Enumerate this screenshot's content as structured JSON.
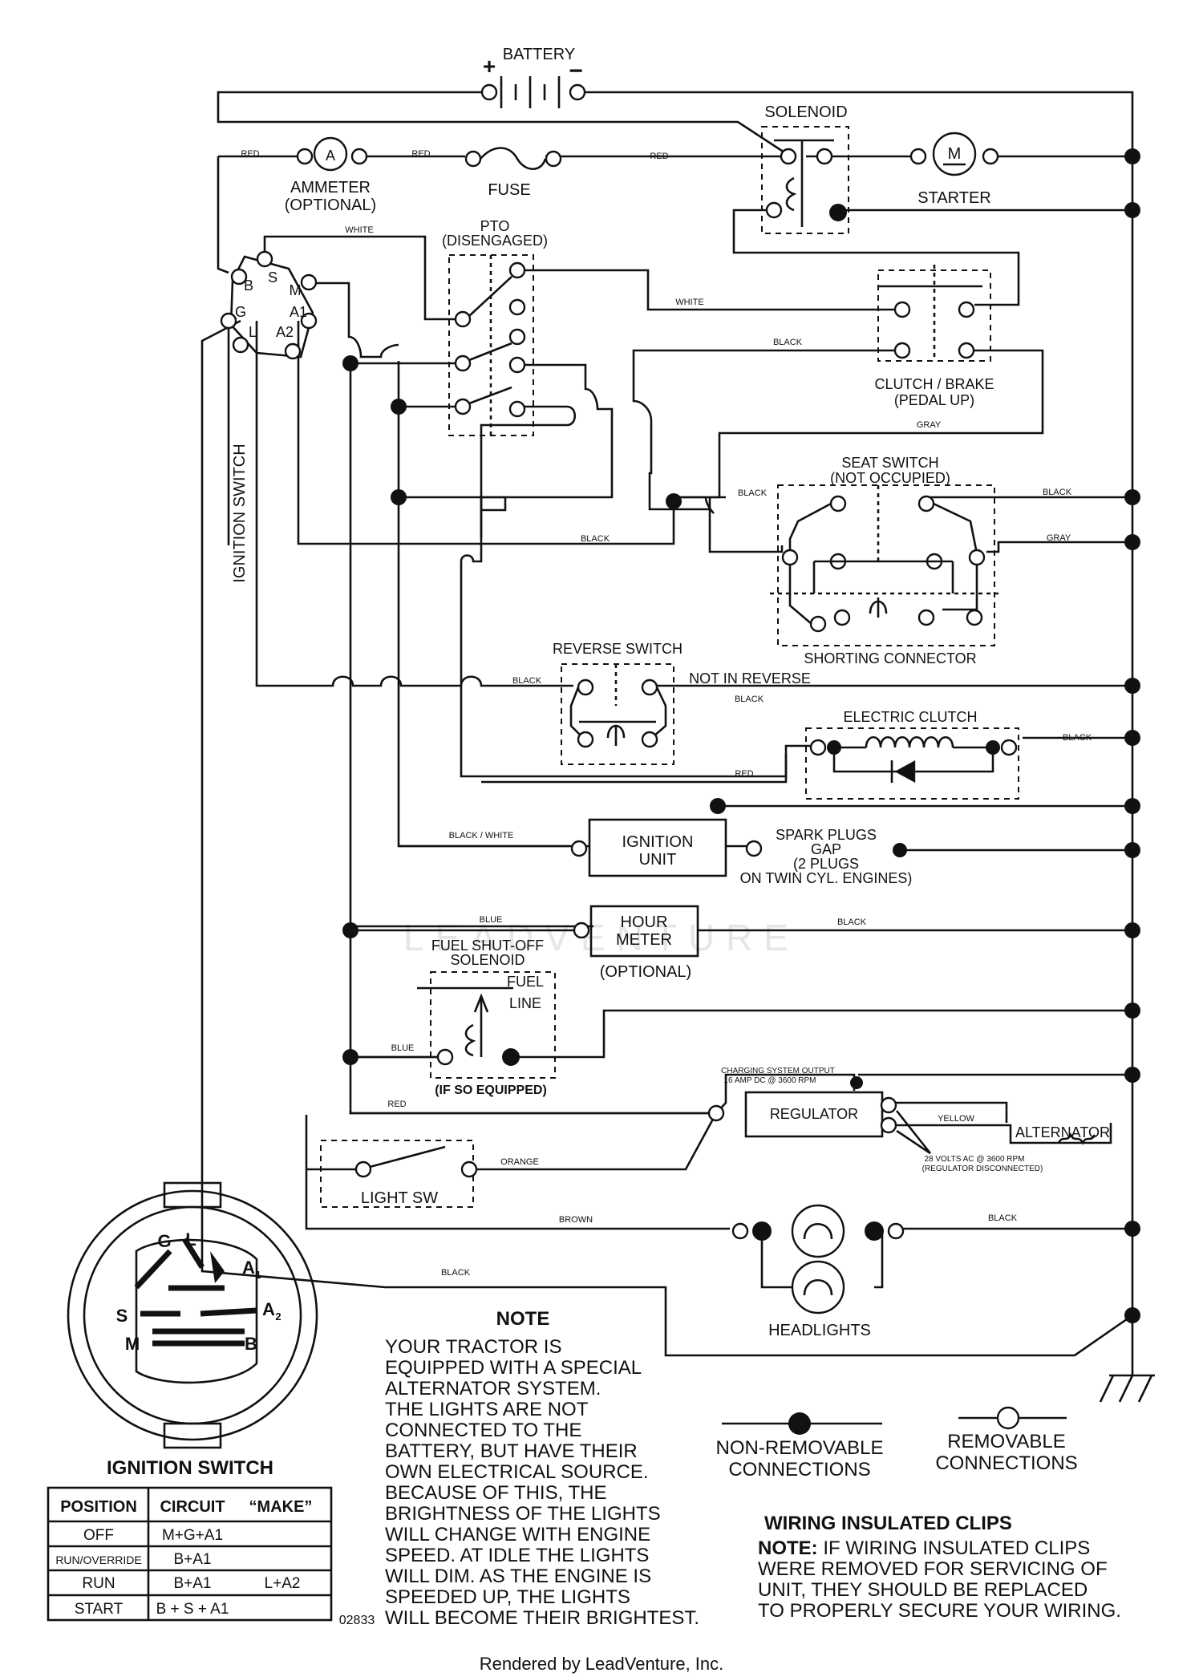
{
  "components": {
    "battery": "BATTERY",
    "battery_plus": "+",
    "battery_minus": "−",
    "solenoid": "SOLENOID",
    "ammeter_symbol": "A",
    "ammeter": "AMMETER",
    "ammeter_optional": "(OPTIONAL)",
    "fuse": "FUSE",
    "motor_symbol": "M",
    "starter": "STARTER",
    "pto": "PTO",
    "pto_state": "(DISENGAGED)",
    "clutch_brake": "CLUTCH / BRAKE",
    "clutch_brake_state": "(PEDAL UP)",
    "seat_switch": "SEAT SWITCH",
    "seat_switch_state": "(NOT OCCUPIED)",
    "shorting_connector": "SHORTING CONNECTOR",
    "reverse_switch": "REVERSE SWITCH",
    "not_in_reverse": "NOT IN REVERSE",
    "electric_clutch": "ELECTRIC CLUTCH",
    "ignition_unit_1": "IGNITION",
    "ignition_unit_2": "UNIT",
    "spark_plugs_1": "SPARK PLUGS",
    "spark_plugs_2": "GAP",
    "spark_plugs_3": "(2 PLUGS",
    "spark_plugs_4": "ON TWIN CYL. ENGINES)",
    "hour_meter_1": "HOUR",
    "hour_meter_2": "METER",
    "hour_meter_optional": "(OPTIONAL)",
    "fuel_solenoid_1": "FUEL SHUT-OFF",
    "fuel_solenoid_2": "SOLENOID",
    "fuel_line_1": "FUEL",
    "fuel_line_2": "LINE",
    "if_so_equipped": "(IF SO EQUIPPED)",
    "charging_output_1": "CHARGING SYSTEM OUTPUT",
    "charging_output_2": "16 AMP DC @ 3600 RPM",
    "regulator": "REGULATOR",
    "alternator": "ALTERNATOR",
    "alt_output_1": "28 VOLTS AC @ 3600 RPM",
    "alt_output_2": "(REGULATOR DISCONNECTED)",
    "light_switch": "LIGHT SW",
    "headlights": "HEADLIGHTS",
    "ignition_switch_vertical": "IGNITION SWITCH"
  },
  "terminals": {
    "B": "B",
    "S": "S",
    "M": "M",
    "G": "G",
    "L": "L",
    "A1": "A1",
    "A2": "A2"
  },
  "wires": {
    "red": "RED",
    "white": "WHITE",
    "black": "BLACK",
    "gray": "GRAY",
    "black_white": "BLACK / WHITE",
    "blue": "BLUE",
    "orange": "ORANGE",
    "brown": "BROWN",
    "yellow": "YELLOW"
  },
  "ignition_switch_face": {
    "G": "G",
    "L": "L",
    "A": "A",
    "sub1": "1",
    "sub2": "2",
    "S": "S",
    "M": "M",
    "B": "B"
  },
  "ignition_table": {
    "title": "IGNITION SWITCH",
    "headers": [
      "POSITION",
      "CIRCUIT",
      "“MAKE”"
    ],
    "rows": [
      {
        "position": "OFF",
        "circuit": "M+G+A1",
        "make": ""
      },
      {
        "position": "RUN/OVERRIDE",
        "circuit": "B+A1",
        "make": ""
      },
      {
        "position": "RUN",
        "circuit": "B+A1",
        "make": "L+A2"
      },
      {
        "position": "START",
        "circuit": "B + S + A1",
        "make": ""
      }
    ]
  },
  "drawing_number": "02833",
  "note": {
    "title": "NOTE",
    "lines": [
      "YOUR TRACTOR IS",
      "EQUIPPED WITH A SPECIAL",
      "ALTERNATOR SYSTEM.",
      "THE LIGHTS ARE NOT",
      "CONNECTED TO THE",
      "BATTERY, BUT HAVE THEIR",
      "OWN ELECTRICAL SOURCE.",
      "BECAUSE OF THIS, THE",
      "BRIGHTNESS OF THE LIGHTS",
      "WILL CHANGE WITH ENGINE",
      "SPEED.  AT IDLE THE LIGHTS",
      "WILL DIM.  AS THE ENGINE IS",
      "SPEEDED UP, THE LIGHTS",
      "WILL BECOME THEIR BRIGHTEST."
    ]
  },
  "legend": {
    "non_removable_1": "NON-REMOVABLE",
    "non_removable_2": "CONNECTIONS",
    "removable_1": "REMOVABLE",
    "removable_2": "CONNECTIONS"
  },
  "clips": {
    "title": "WIRING INSULATED CLIPS",
    "note_bold": "NOTE:",
    "lines": [
      " IF WIRING INSULATED CLIPS",
      "WERE REMOVED FOR SERVICING OF",
      " UNIT, THEY SHOULD BE REPLACED",
      "TO PROPERLY SECURE YOUR WIRING."
    ]
  },
  "watermark": "LEADVENTURE",
  "footer": "Rendered by LeadVenture, Inc."
}
